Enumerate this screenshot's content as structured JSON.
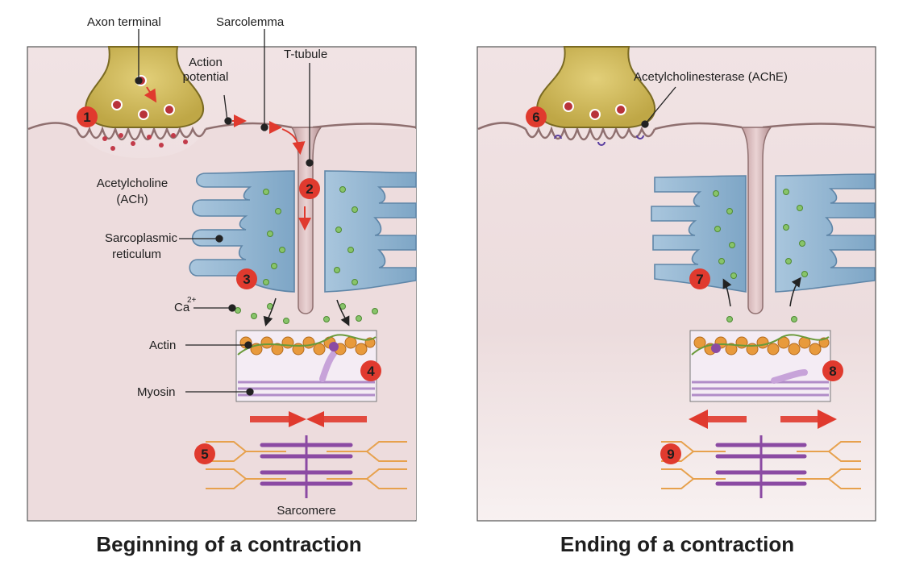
{
  "figure": {
    "left_panel": {
      "caption": "Beginning of a contraction",
      "labels": {
        "axon_terminal": "Axon terminal",
        "sarcolemma": "Sarcolemma",
        "action_potential_line1": "Action",
        "action_potential_line2": "potential",
        "t_tubule": "T-tubule",
        "acetylcholine_line1": "Acetylcholine",
        "acetylcholine_line2": "(ACh)",
        "sarcoplasmic_line1": "Sarcoplasmic",
        "sarcoplasmic_line2": "reticulum",
        "calcium": "Ca",
        "calcium_charge": "2+",
        "actin": "Actin",
        "myosin": "Myosin",
        "sarcomere": "Sarcomere"
      },
      "steps": [
        "1",
        "2",
        "3",
        "4",
        "5"
      ]
    },
    "right_panel": {
      "caption": "Ending of a contraction",
      "labels": {
        "ache": "Acetylcholinesterase (AChE)"
      },
      "steps": [
        "6",
        "7",
        "8",
        "9"
      ]
    },
    "colors": {
      "cell_fill": "#efdfe0",
      "membrane": "#8f6f6f",
      "axon_fill": "#cfb95a",
      "axon_outline": "#7a6a22",
      "reticulum_fill": "#8fb3cf",
      "calcium_dot": "#88c46a",
      "actin": "#e89a3c",
      "myosin": "#c7a3d9",
      "step_badge": "#e03a2e",
      "arrow_red": "#e03a2e",
      "sarcomere_thin": "#e7a14d",
      "sarcomere_thick": "#8b4aa3"
    }
  }
}
